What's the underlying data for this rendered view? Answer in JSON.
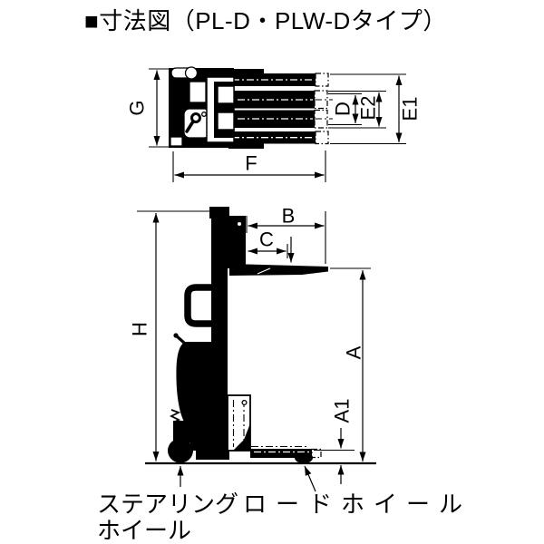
{
  "title": "■寸法図（PL-D・PLW-Dタイプ）",
  "colors": {
    "line": "#000000",
    "background": "#ffffff"
  },
  "dimension_labels": {
    "top_view": {
      "g": "G",
      "f": "F",
      "d": "D",
      "e2": "E2",
      "e1": "E1"
    },
    "side_view": {
      "b": "B",
      "c": "C",
      "h": "H",
      "a": "A",
      "a1": "A1"
    }
  },
  "callouts": {
    "steering_wheel_line1": "ステアリング",
    "steering_wheel_line2": "ホイール",
    "load_wheel": "ロードホイール"
  }
}
